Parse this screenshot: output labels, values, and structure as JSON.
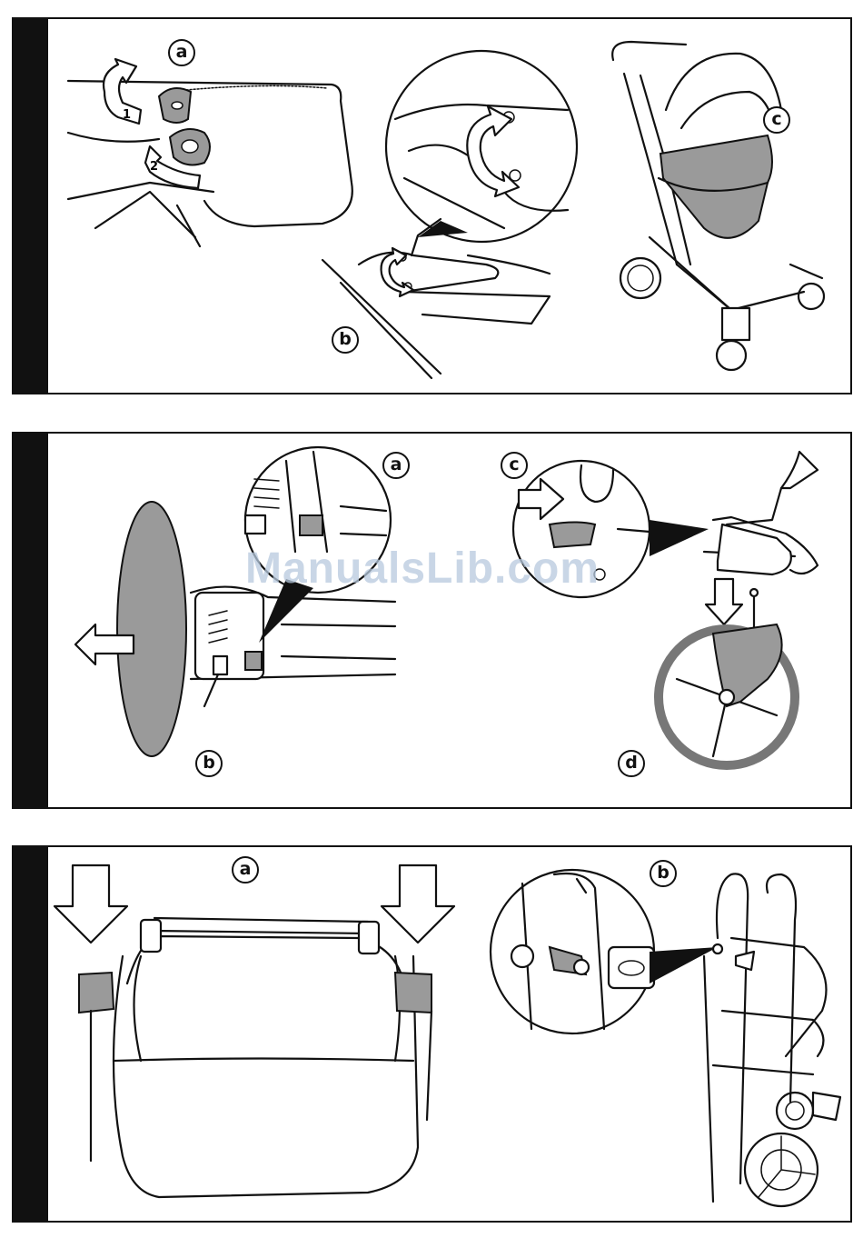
{
  "watermark": "ManualsLib.com",
  "panels": [
    {
      "labels": [
        "a",
        "b",
        "c"
      ],
      "callout_numbers": [
        "1",
        "2"
      ]
    },
    {
      "labels": [
        "a",
        "b",
        "c",
        "d"
      ]
    },
    {
      "labels": [
        "a",
        "b"
      ]
    }
  ]
}
